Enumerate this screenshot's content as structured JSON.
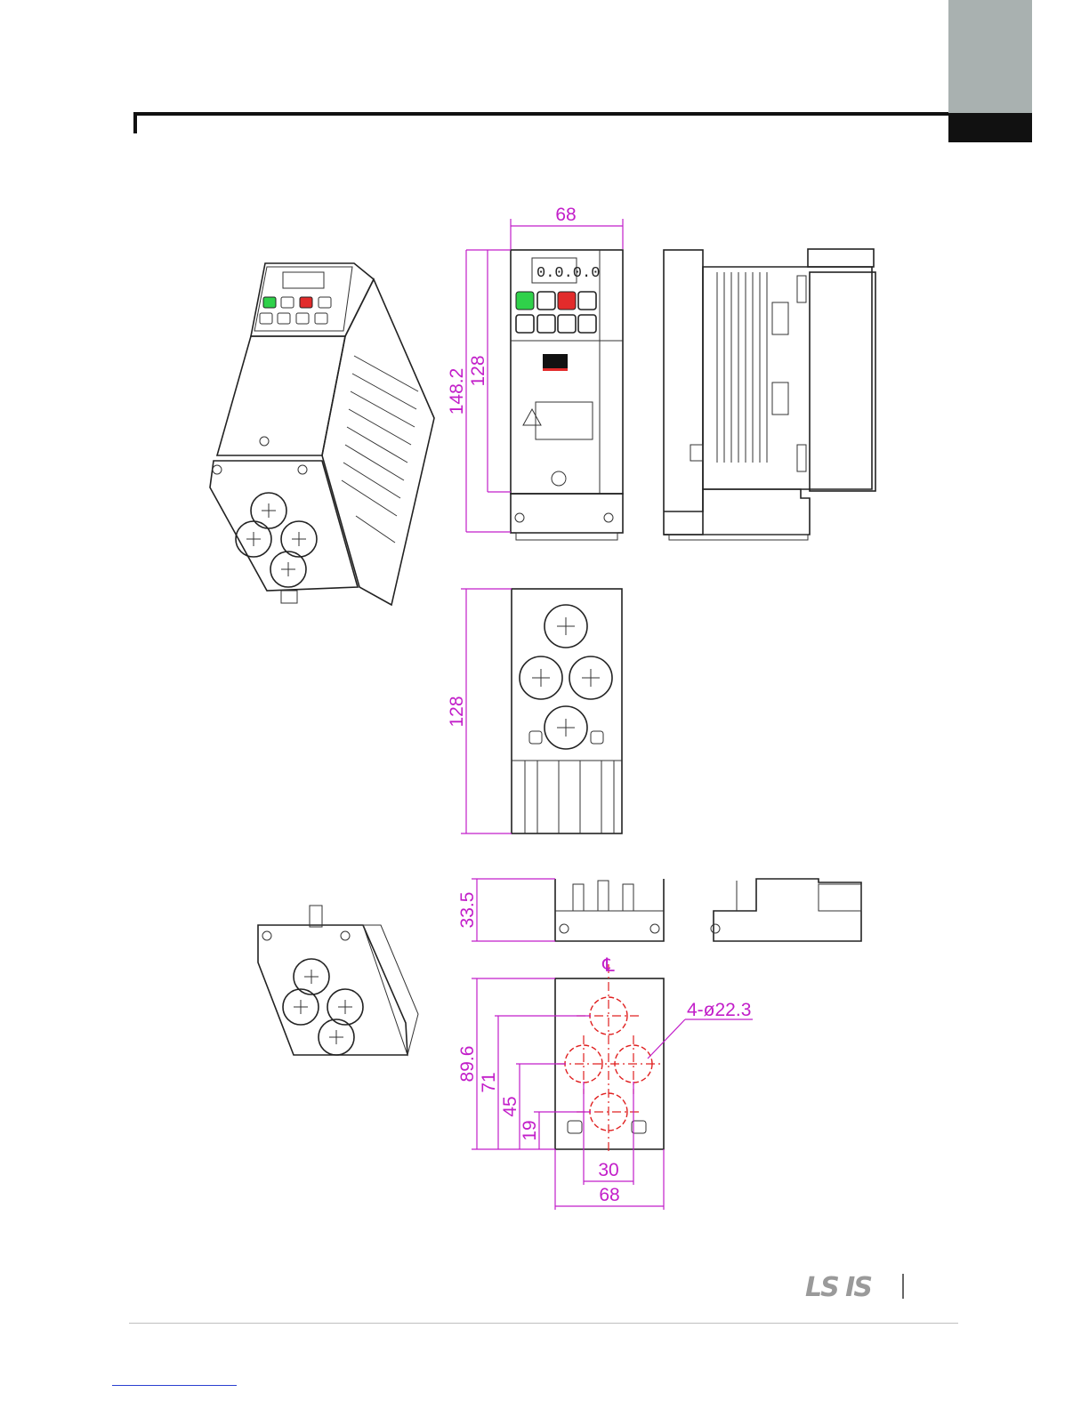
{
  "page": {
    "logo": "LS IS"
  },
  "dimensions": {
    "front_width": "68",
    "front_total_height": "148.2",
    "front_body_height": "128",
    "bottom_height": "128",
    "bracket_depth": "33.5",
    "plate_height": "89.6",
    "hole_row_1": "71",
    "hole_row_2": "45",
    "hole_row_3": "19",
    "hole_spacing": "30",
    "plate_width": "68",
    "hole_callout": "4-ø22.3",
    "centre_mark": "℄"
  },
  "colors": {
    "dimension": "#c21ec9",
    "centreline": "#e02020",
    "ink": "#222222",
    "tab_grey": "#a9b1b0",
    "keypad_green": "#2fd14a",
    "keypad_red": "#e22b2b"
  }
}
